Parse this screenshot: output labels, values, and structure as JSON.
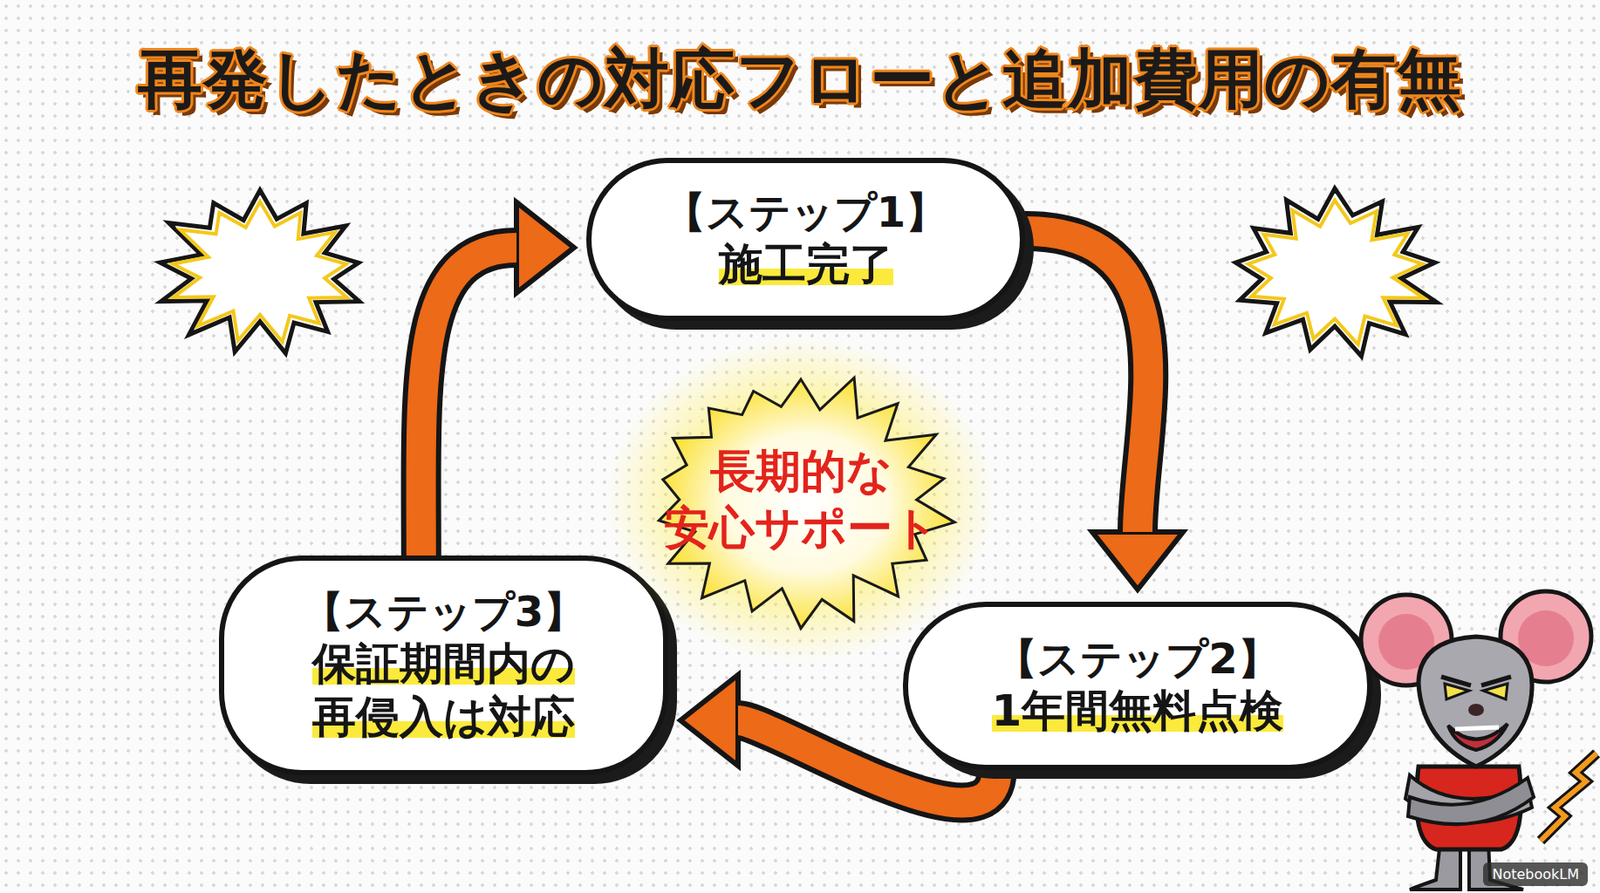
{
  "diagram": {
    "title": "再発したときの対応フローと追加費用の有無",
    "nodes": [
      {
        "text": [
          "【ステップ1】",
          "施工完了"
        ]
      },
      {
        "text": [
          "【ステップ2】",
          "1年間無料点検"
        ]
      },
      {
        "text": [
          "【ステップ3】",
          "保証期間内の 再侵入は対応"
        ]
      },
      {
        "text": [
          "長期的な 安心サポート"
        ]
      }
    ],
    "edges": [
      {
        "from": 0,
        "to": 1,
        "arrow": "to"
      },
      {
        "from": 1,
        "to": 2,
        "arrow": "to"
      },
      {
        "from": 2,
        "to": 0,
        "arrow": "to"
      }
    ],
    "labels": [
      "NotebookLM"
    ]
  }
}
